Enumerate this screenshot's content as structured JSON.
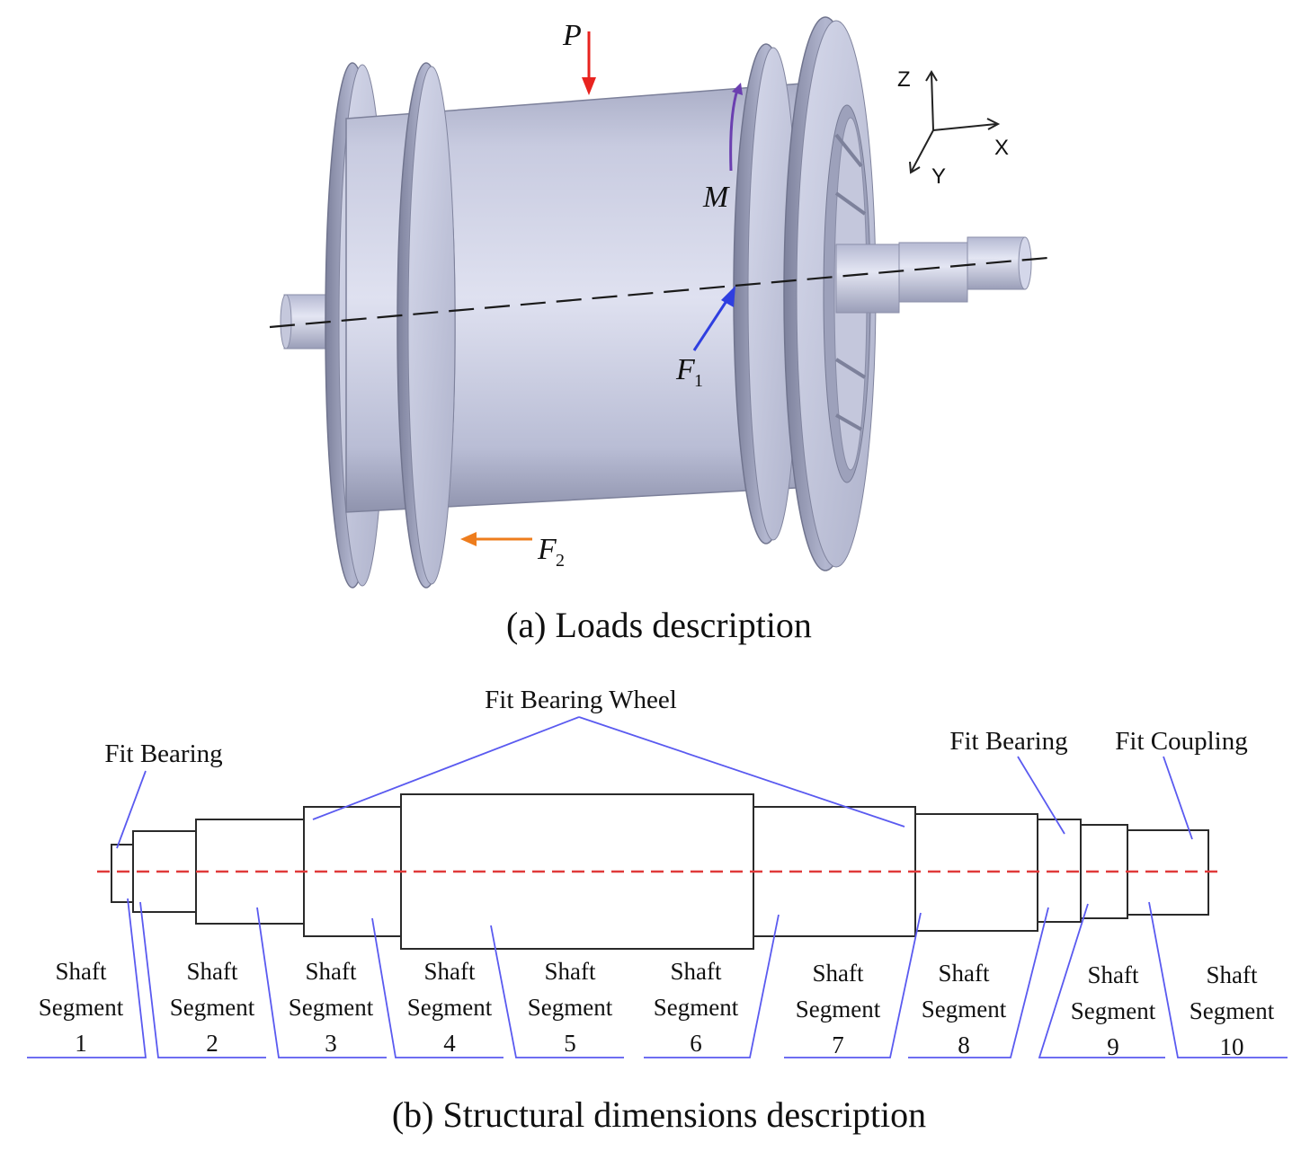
{
  "colors": {
    "load_P": "#e8231f",
    "load_M": "#6b3fb0",
    "load_F1": "#2f3fe0",
    "load_F2": "#ee7d1d",
    "leader_lines": "#5a5af0",
    "centerline": "#e03a3a",
    "model_body": "#c9cce0"
  },
  "panel_a": {
    "caption": "(a) Loads description",
    "loads": {
      "P": "P",
      "M": "M",
      "F1": "F",
      "F1_sub": "1",
      "F2": "F",
      "F2_sub": "2"
    },
    "axes": {
      "z": "Z",
      "x": "X",
      "y": "Y"
    }
  },
  "panel_b": {
    "caption": "(b) Structural dimensions description",
    "annotations": {
      "fit_bearing_left": "Fit Bearing",
      "fit_bearing_wheel": "Fit Bearing Wheel",
      "fit_bearing_right": "Fit Bearing",
      "fit_coupling": "Fit Coupling"
    },
    "segments": [
      {
        "line1": "Shaft",
        "line2": "Segment",
        "num": "1"
      },
      {
        "line1": "Shaft",
        "line2": "Segment",
        "num": "2"
      },
      {
        "line1": "Shaft",
        "line2": "Segment",
        "num": "3"
      },
      {
        "line1": "Shaft",
        "line2": "Segment",
        "num": "4"
      },
      {
        "line1": "Shaft",
        "line2": "Segment",
        "num": "5"
      },
      {
        "line1": "Shaft",
        "line2": "Segment",
        "num": "6"
      },
      {
        "line1": "Shaft",
        "line2": "Segment",
        "num": "7"
      },
      {
        "line1": "Shaft",
        "line2": "Segment",
        "num": "8"
      },
      {
        "line1": "Shaft",
        "line2": "Segment",
        "num": "9"
      },
      {
        "line1": "Shaft",
        "line2": "Segment",
        "num": "10"
      }
    ]
  }
}
